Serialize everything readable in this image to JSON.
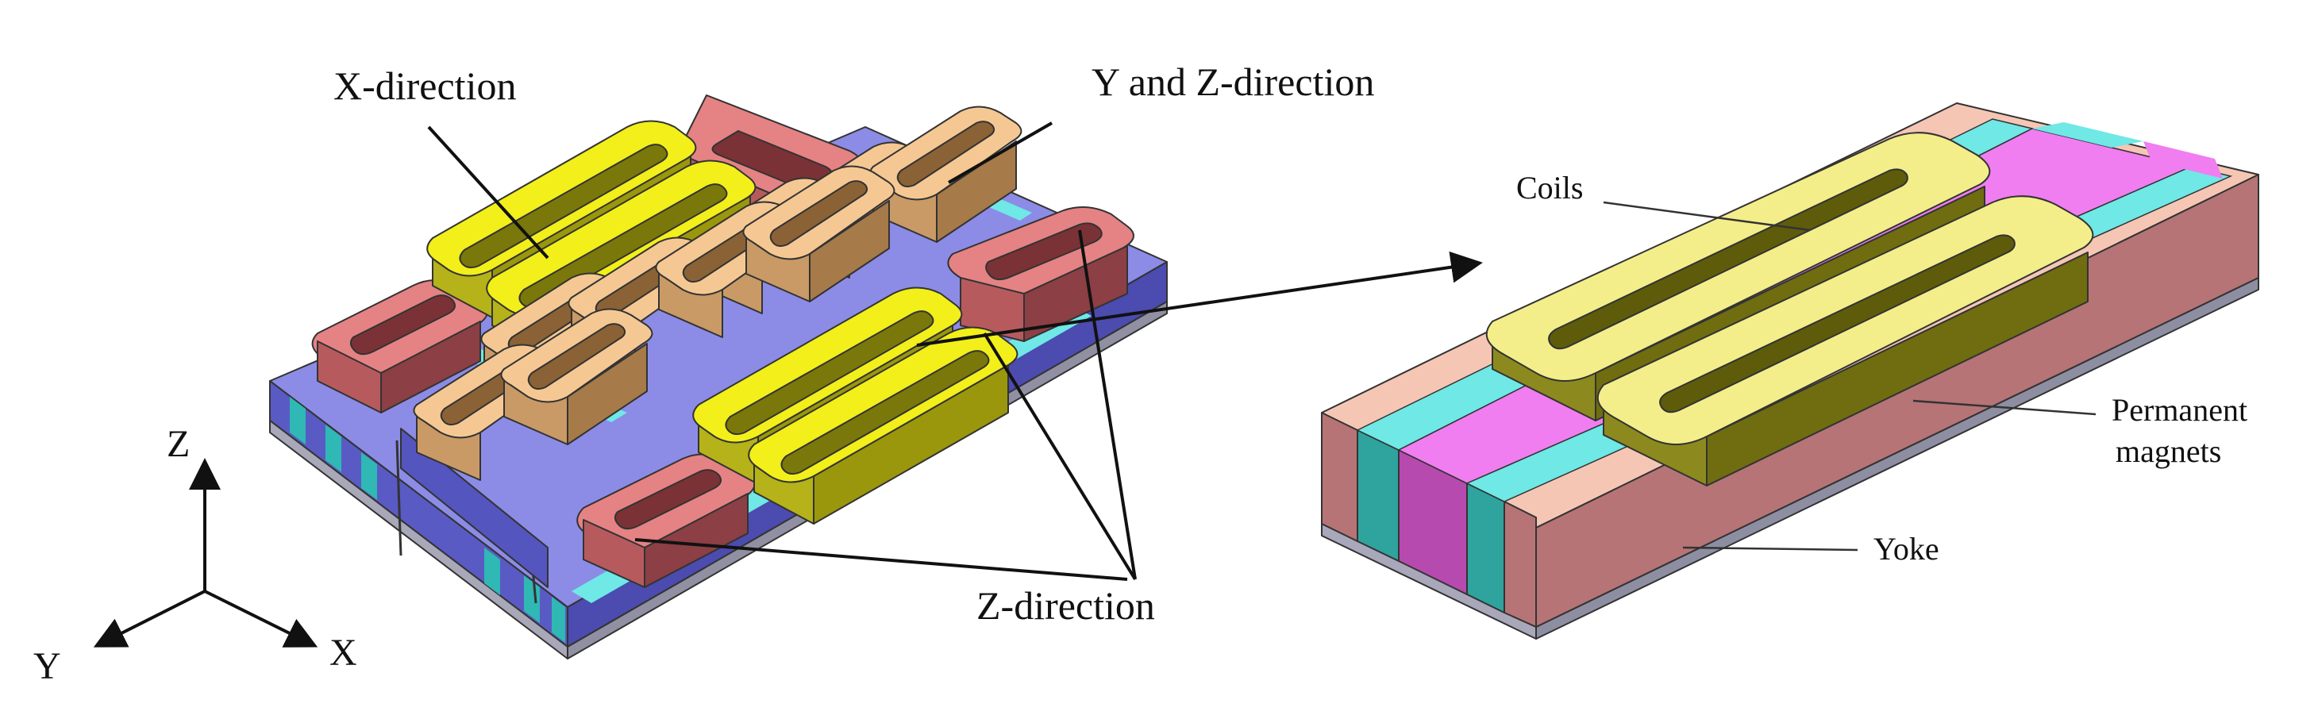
{
  "left_assembly": {
    "labels": {
      "x_direction": "X-direction",
      "y_and_z_direction": "Y and Z-direction",
      "z_direction": "Z-direction"
    }
  },
  "right_detail": {
    "labels": {
      "coils": "Coils",
      "permanent_magnets_line1": "Permanent",
      "permanent_magnets_line2": "magnets",
      "yoke": "Yoke"
    }
  },
  "axes": {
    "z": "Z",
    "y": "Y",
    "x": "X"
  },
  "colors": {
    "coil_x_yellow": "#f2ef1a",
    "coil_yz_peach": "#f5c893",
    "coil_z_red": "#e07a7c",
    "base_blue": "#6f6fd8",
    "magnet_cyan": "#6fe8e6",
    "magnet_magenta": "#f07ef0",
    "magnet_salmon": "#f6c6b5",
    "yoke_gray": "#9a9ab0"
  }
}
